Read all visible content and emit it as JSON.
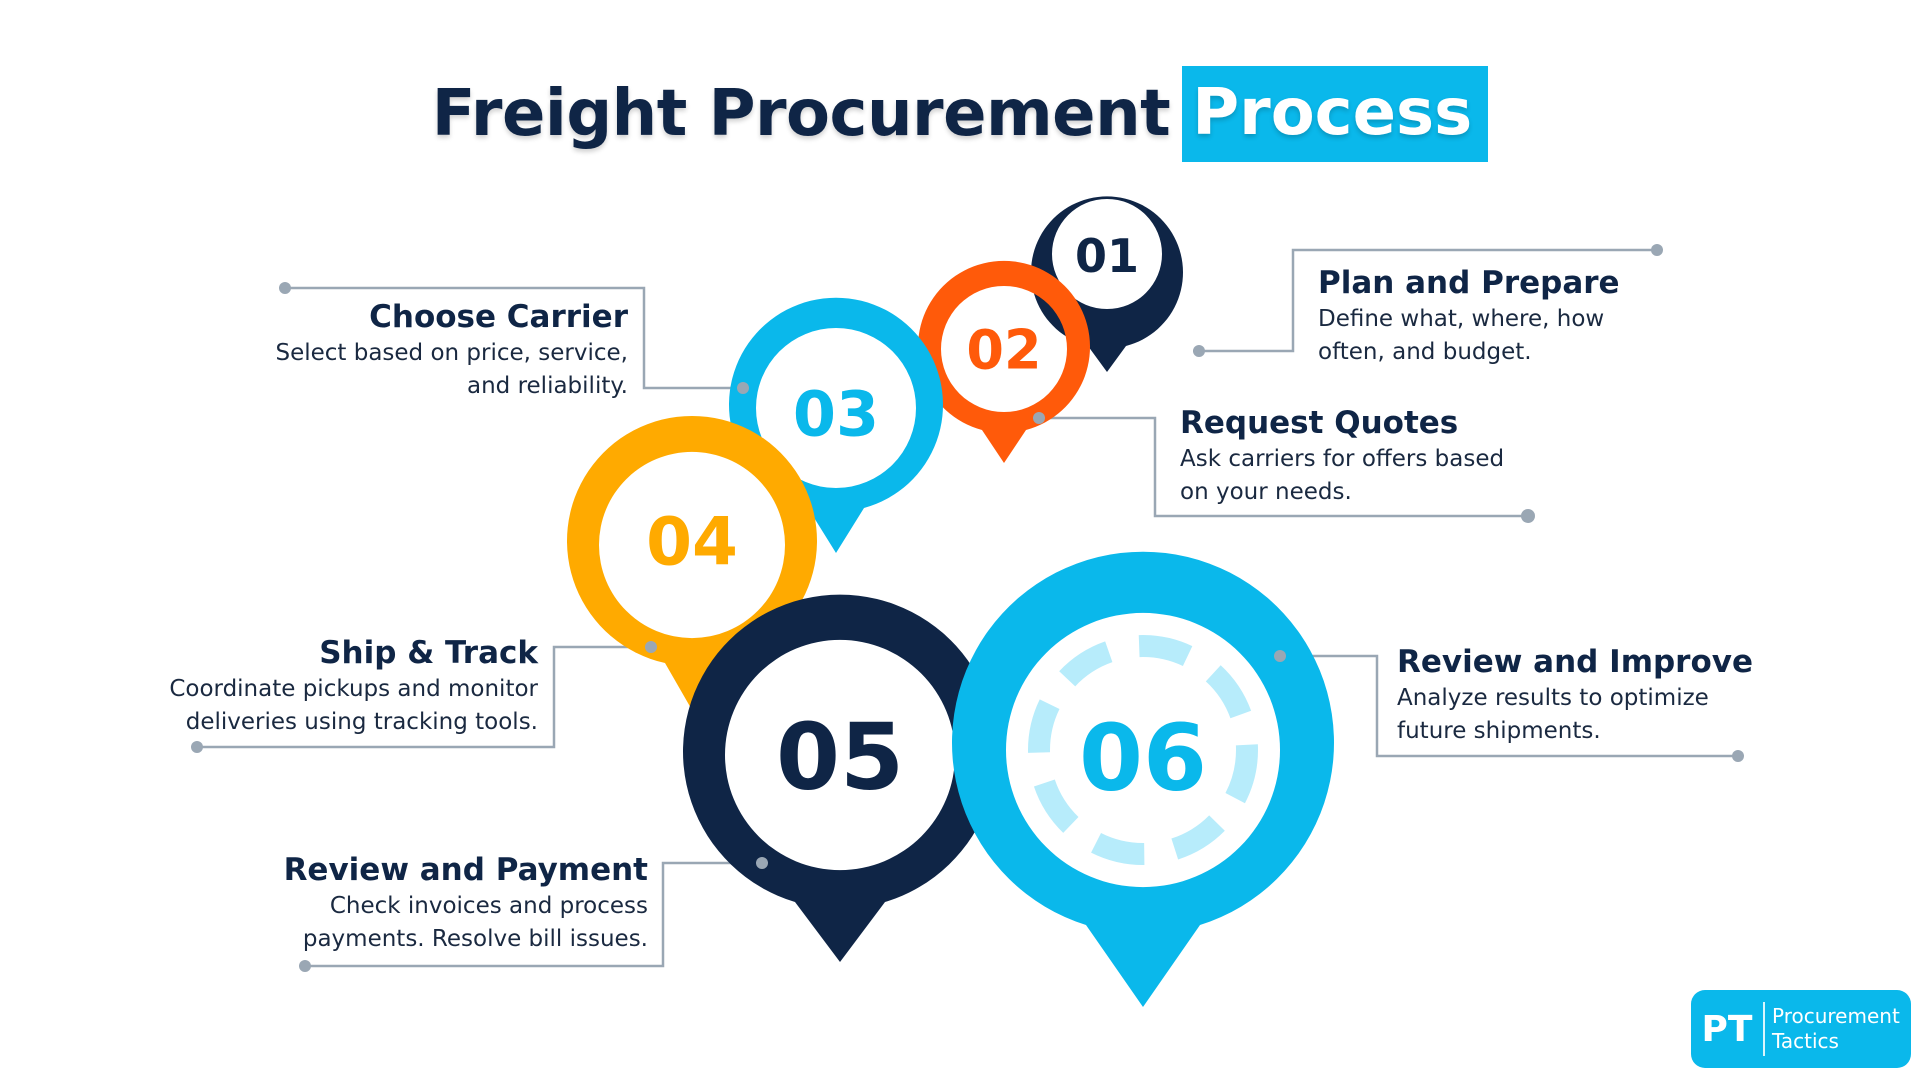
{
  "title": {
    "main": "Freight Procurement",
    "highlight": "Process"
  },
  "steps": [
    {
      "number": "01",
      "title": "Plan and Prepare",
      "description": [
        "Define what, where, how",
        "often, and budget."
      ],
      "color": "#0f2546"
    },
    {
      "number": "02",
      "title": "Request Quotes",
      "description": [
        "Ask carriers for offers based",
        "on your needs."
      ],
      "color": "#ff5a0a"
    },
    {
      "number": "03",
      "title": "Choose Carrier",
      "description": [
        "Select based on price, service,",
        "and reliability."
      ],
      "color": "#0ab8eb"
    },
    {
      "number": "04",
      "title": "Ship & Track",
      "description": [
        "Coordinate pickups and monitor",
        "deliveries using tracking tools."
      ],
      "color": "#ffaa00"
    },
    {
      "number": "05",
      "title": "Review and Payment",
      "description": [
        "Check invoices and process",
        "payments. Resolve bill issues."
      ],
      "color": "#0f2546"
    },
    {
      "number": "06",
      "title": "Review and Improve",
      "description": [
        "Analyze results to optimize",
        "future shipments."
      ],
      "color": "#0ab8eb"
    }
  ],
  "logo": {
    "mark": "PT",
    "name_line1": "Procurement",
    "name_line2": "Tactics"
  },
  "colors": {
    "navy": "#0f2546",
    "orange": "#ff5a0a",
    "cyan": "#0ab8eb",
    "amber": "#ffaa00",
    "connector": "#9aa7b4",
    "dashes": "#b7ecfb"
  }
}
